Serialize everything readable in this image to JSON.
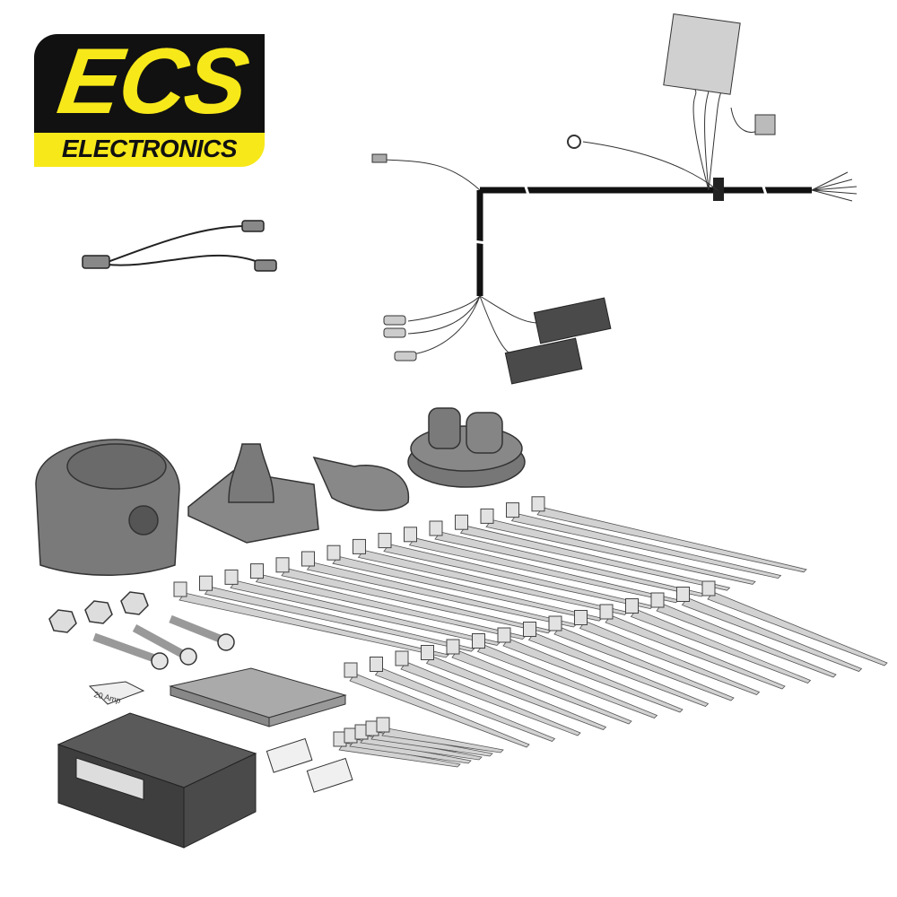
{
  "logo": {
    "brand": "ECS",
    "subtitle": "ELECTRONICS",
    "colors": {
      "yellow": "#f7e81a",
      "black": "#111111"
    }
  },
  "fuse": {
    "label": "20 Amp"
  },
  "colors": {
    "part_grey": "#6b6b6b",
    "light_grey": "#c9c9c9",
    "cable": "#111111"
  }
}
